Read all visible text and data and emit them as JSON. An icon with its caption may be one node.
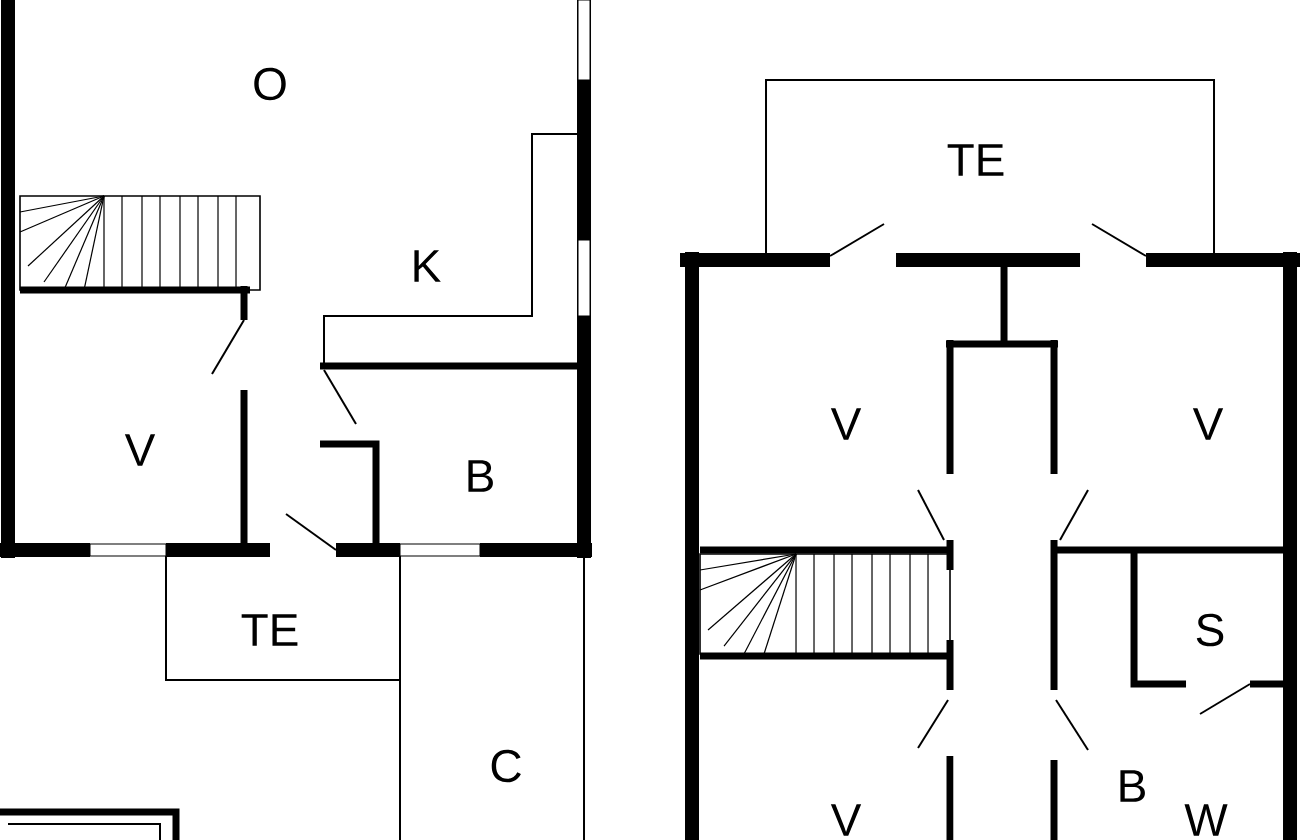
{
  "diagram": {
    "labels": [
      "O",
      "TE",
      "K",
      "V",
      "V",
      "V",
      "B",
      "TE",
      "S",
      "C",
      "V",
      "B",
      "W"
    ]
  }
}
